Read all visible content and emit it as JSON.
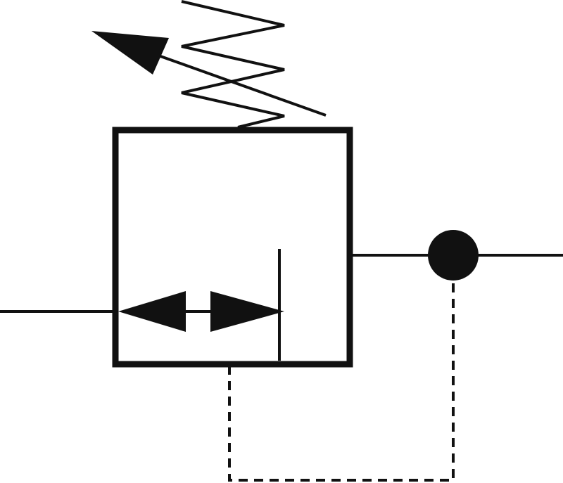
{
  "diagram": {
    "type": "pneumatic-pressure-regulator-symbol",
    "colors": {
      "stroke": "#111111",
      "fill": "#111111",
      "background": "#ffffff"
    },
    "elements": {
      "valve_body": "square-valve-envelope",
      "spring": "adjustable-spring",
      "adjustment_arrow": "diagonal-adjustment-arrow",
      "flow_arrows": "double-headed-flow-arrow",
      "inlet_line": "left-port-line",
      "outlet_line": "right-port-line",
      "junction": "filled-junction-dot",
      "pilot_line": "dashed-pilot-line"
    }
  }
}
